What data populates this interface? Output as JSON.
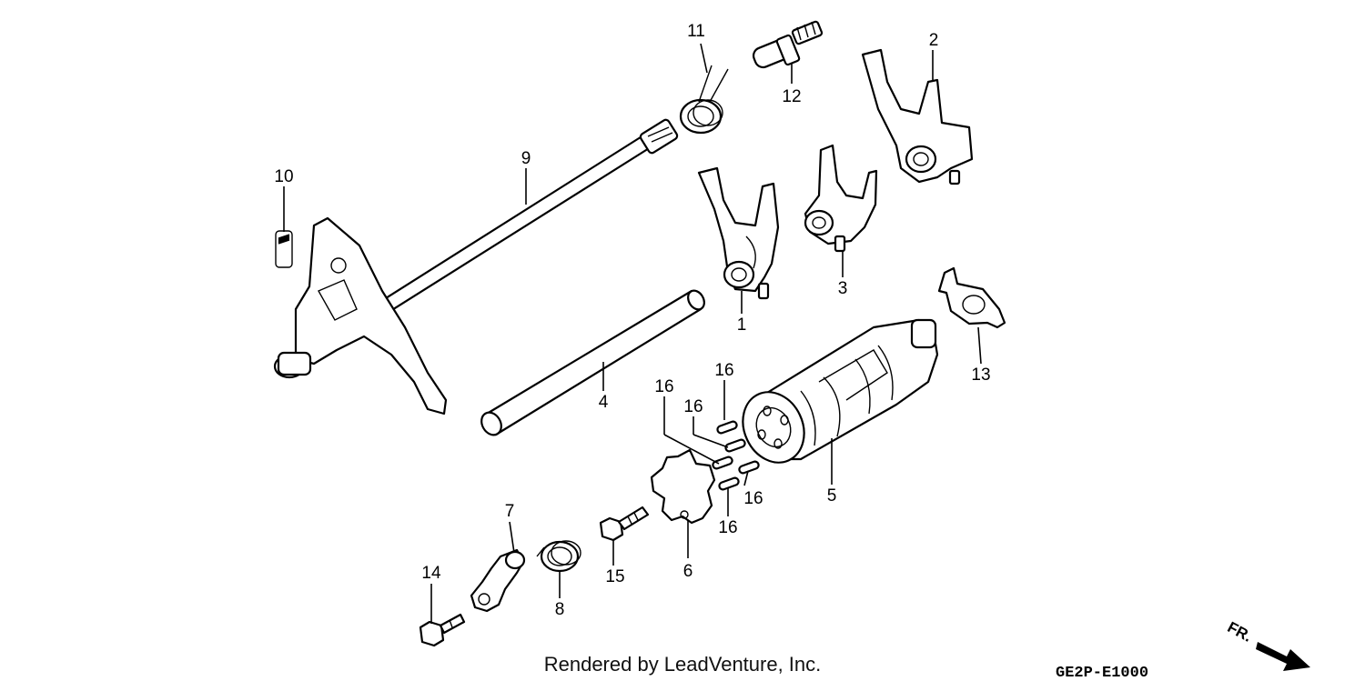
{
  "parts": [
    {
      "id": "1",
      "label": "1"
    },
    {
      "id": "2",
      "label": "2"
    },
    {
      "id": "3",
      "label": "3"
    },
    {
      "id": "4",
      "label": "4"
    },
    {
      "id": "5",
      "label": "5"
    },
    {
      "id": "6",
      "label": "6"
    },
    {
      "id": "7",
      "label": "7"
    },
    {
      "id": "8",
      "label": "8"
    },
    {
      "id": "9",
      "label": "9"
    },
    {
      "id": "10",
      "label": "10"
    },
    {
      "id": "11",
      "label": "11"
    },
    {
      "id": "12",
      "label": "12"
    },
    {
      "id": "13",
      "label": "13"
    },
    {
      "id": "14",
      "label": "14"
    },
    {
      "id": "15",
      "label": "15"
    },
    {
      "id": "16a",
      "label": "16"
    },
    {
      "id": "16b",
      "label": "16"
    },
    {
      "id": "16c",
      "label": "16"
    },
    {
      "id": "16d",
      "label": "16"
    },
    {
      "id": "16e",
      "label": "16"
    }
  ],
  "footer": {
    "credit": "Rendered by LeadVenture, Inc.",
    "diagram_code": "GE2P-E1000",
    "direction_label": "FR."
  }
}
